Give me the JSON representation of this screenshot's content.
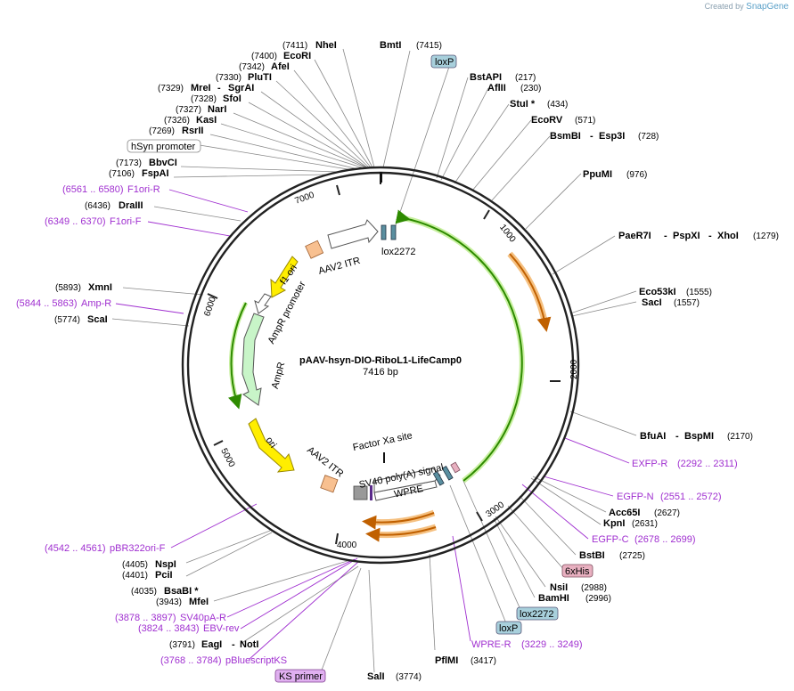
{
  "credit": {
    "prefix": "Created by",
    "brand": "SnapGene"
  },
  "plasmid": {
    "name": "pAAV-hsyn-DIO-RiboL1-LifeCamp0",
    "size": "7416 bp"
  },
  "ticks": [
    "1000",
    "2000",
    "3000",
    "4000",
    "5000",
    "6000",
    "7000"
  ],
  "colors": {
    "green": "#2e8b00",
    "orange": "#e08a00",
    "yellow": "#ffee00",
    "light_green": "#c8f5c8",
    "peach": "#f8c090",
    "lox": "#5a8fa0",
    "primer": "#a030d0"
  },
  "features": {
    "lox2272": "lox2272",
    "aav2itr_top": "AAV2 ITR",
    "f1ori": "f1 ori",
    "ampr_promoter": "AmpR promoter",
    "ampr": "AmpR",
    "ori": "ori",
    "aav2itr_bottom": "AAV2 ITR",
    "factor_xa": "Factor Xa site",
    "sv40": "SV40 poly(A) signal",
    "wpre": "WPRE"
  },
  "labels": {
    "nhei": {
      "name": "NheI",
      "pos": "(7411)"
    },
    "ecori": {
      "name": "EcoRI",
      "pos": "(7400)"
    },
    "afei": {
      "name": "AfeI",
      "pos": "(7342)"
    },
    "pluti": {
      "name": "PluTI",
      "pos": "(7330)"
    },
    "mrei": {
      "name": "MreI",
      "name2": "SgrAI",
      "pos": "(7329)"
    },
    "sfoi": {
      "name": "SfoI",
      "pos": "(7328)"
    },
    "nari": {
      "name": "NarI",
      "pos": "(7327)"
    },
    "kasi": {
      "name": "KasI",
      "pos": "(7326)"
    },
    "rsrii": {
      "name": "RsrII",
      "pos": "(7269)"
    },
    "hsyn": {
      "name": "hSyn promoter"
    },
    "bbvci": {
      "name": "BbvCI",
      "pos": "(7173)"
    },
    "fspai": {
      "name": "FspAI",
      "pos": "(7106)"
    },
    "f1orir": {
      "name": "F1ori-R",
      "pos": "(6561 .. 6580)"
    },
    "draiii": {
      "name": "DraIII",
      "pos": "(6436)"
    },
    "f1orif": {
      "name": "F1ori-F",
      "pos": "(6349 .. 6370)"
    },
    "xmni": {
      "name": "XmnI",
      "pos": "(5893)"
    },
    "ampr_primer": {
      "name": "Amp-R",
      "pos": "(5844 .. 5863)"
    },
    "scai": {
      "name": "ScaI",
      "pos": "(5774)"
    },
    "bmti": {
      "name": "BmtI",
      "pos": "(7415)"
    },
    "loxp_top": {
      "name": "loxP"
    },
    "bstapi": {
      "name": "BstAPI",
      "pos": "(217)"
    },
    "aflii": {
      "name": "AflII",
      "pos": "(230)"
    },
    "stui": {
      "name": "StuI *",
      "pos": "(434)"
    },
    "ecorv": {
      "name": "EcoRV",
      "pos": "(571)"
    },
    "bsmbi": {
      "name": "BsmBI",
      "name2": "Esp3I",
      "pos": "(728)"
    },
    "ppumi": {
      "name": "PpuMI",
      "pos": "(976)"
    },
    "paer7i": {
      "name": "PaeR7I",
      "name2": "PspXI",
      "name3": "XhoI",
      "pos": "(1279)"
    },
    "eco53ki": {
      "name": "Eco53kI",
      "pos": "(1555)"
    },
    "saci": {
      "name": "SacI",
      "pos": "(1557)"
    },
    "bfuai": {
      "name": "BfuAI",
      "name2": "BspMI",
      "pos": "(2170)"
    },
    "exfpr": {
      "name": "EXFP-R",
      "pos": "(2292 .. 2311)"
    },
    "egfpn": {
      "name": "EGFP-N",
      "pos": "(2551 .. 2572)"
    },
    "acc65i": {
      "name": "Acc65I",
      "pos": "(2627)"
    },
    "kpni": {
      "name": "KpnI",
      "pos": "(2631)"
    },
    "egfpc": {
      "name": "EGFP-C",
      "pos": "(2678 .. 2699)"
    },
    "bstbi": {
      "name": "BstBI",
      "pos": "(2725)"
    },
    "his": {
      "name": "6xHis"
    },
    "nsii": {
      "name": "NsiI",
      "pos": "(2988)"
    },
    "bamhi": {
      "name": "BamHI",
      "pos": "(2996)"
    },
    "lox2272_b": {
      "name": "lox2272"
    },
    "loxp_b": {
      "name": "loxP"
    },
    "wprer": {
      "name": "WPRE-R",
      "pos": "(3229 .. 3249)"
    },
    "pflmi": {
      "name": "PflMI",
      "pos": "(3417)"
    },
    "sali": {
      "name": "SalI",
      "pos": "(3774)"
    },
    "ks": {
      "name": "KS primer"
    },
    "bluescript": {
      "name": "pBluescriptKS",
      "pos": "(3768 .. 3784)"
    },
    "eagi": {
      "name": "EagI",
      "name2": "NotI",
      "pos": "(3791)"
    },
    "ebv": {
      "name": "EBV-rev",
      "pos": "(3824 .. 3843)"
    },
    "sv40pa": {
      "name": "SV40pA-R",
      "pos": "(3878 .. 3897)"
    },
    "mfei": {
      "name": "MfeI",
      "pos": "(3943)"
    },
    "bsabi": {
      "name": "BsaBI *",
      "pos": "(4035)"
    },
    "pcii": {
      "name": "PciI",
      "pos": "(4401)"
    },
    "nspi": {
      "name": "NspI",
      "pos": "(4405)"
    },
    "pbr322": {
      "name": "pBR322ori-F",
      "pos": "(4542 .. 4561)"
    }
  }
}
